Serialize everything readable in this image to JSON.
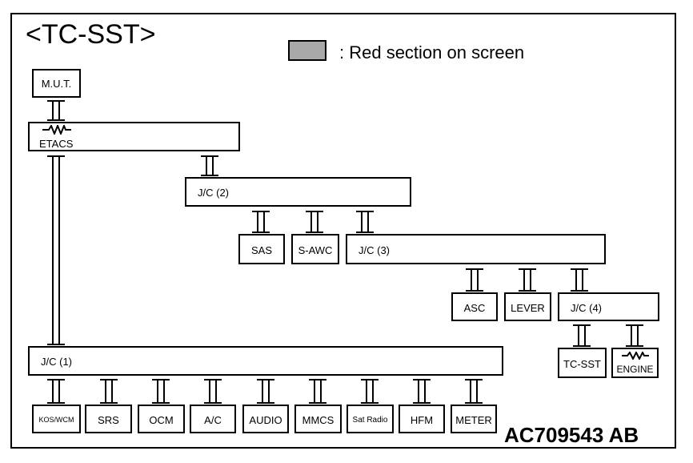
{
  "title": "<TC-SST>",
  "legend": {
    "swatch_color": "#a9a9a9",
    "text": ": Red section on screen"
  },
  "doc_id": "AC709543 AB",
  "nodes": {
    "mut": "M.U.T.",
    "etacs": "ETACS",
    "jc2": "J/C (2)",
    "sas": "SAS",
    "sawc": "S-AWC",
    "jc3": "J/C (3)",
    "asc": "ASC",
    "lever": "LEVER",
    "jc4": "J/C (4)",
    "tcsst": "TC-SST",
    "engine": "ENGINE",
    "jc1": "J/C (1)",
    "koswcm": "KOS/WCM",
    "srs": "SRS",
    "ocm": "OCM",
    "ac": "A/C",
    "audio": "AUDIO",
    "mmcs": "MMCS",
    "satradio": "Sat Radio",
    "hfm": "HFM",
    "meter": "METER"
  }
}
